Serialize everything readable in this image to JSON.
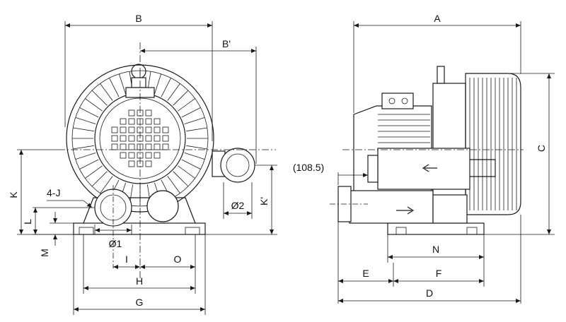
{
  "front_view": {
    "dims": {
      "B": "B",
      "B_prime": "B'",
      "K": "K",
      "K_prime": "K'",
      "holes": "4-J",
      "L": "L",
      "M": "M",
      "phi1": "Ø1",
      "phi2": "Ø2",
      "I": "I",
      "O": "O",
      "H": "H",
      "G": "G"
    }
  },
  "side_view": {
    "dims": {
      "A": "A",
      "C": "C",
      "offset": "(108.5)",
      "N": "N",
      "E": "E",
      "F": "F",
      "D": "D"
    }
  }
}
